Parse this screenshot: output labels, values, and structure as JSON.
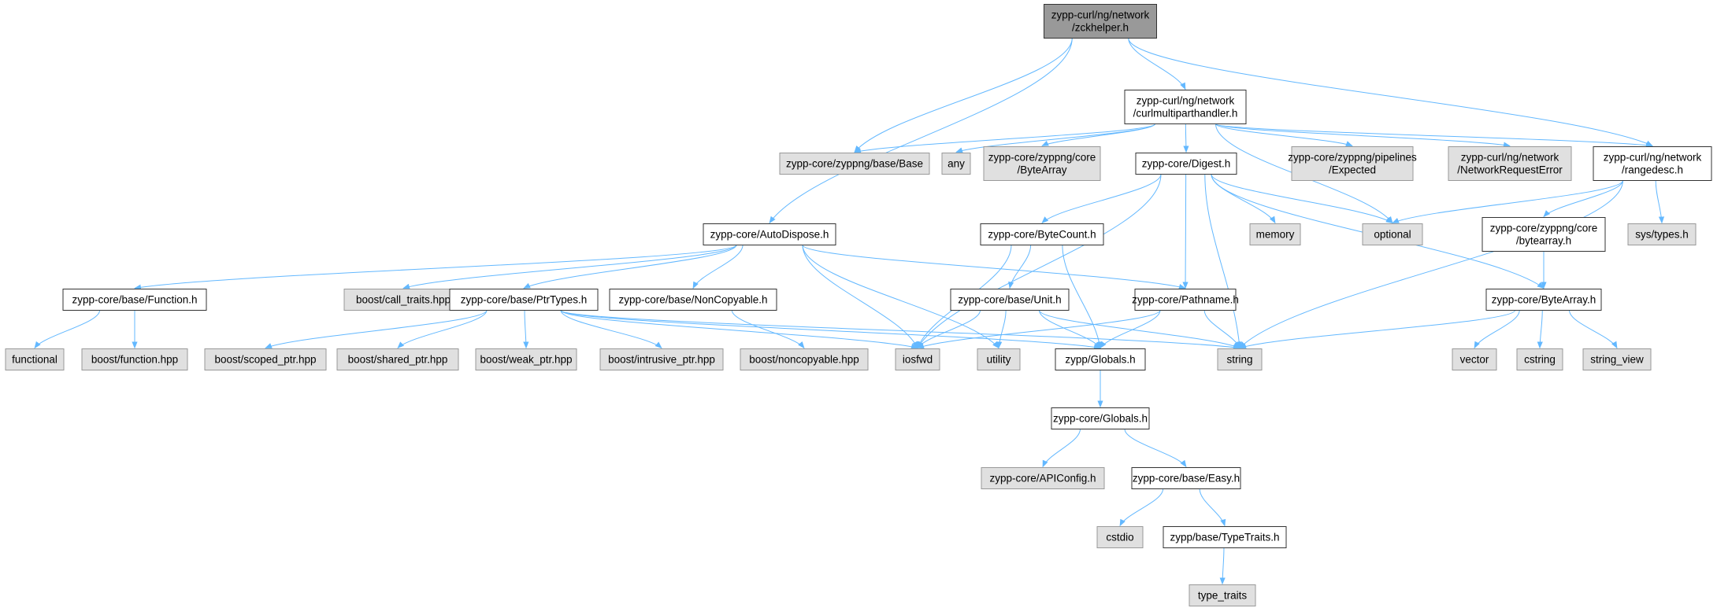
{
  "colors": {
    "edge": "#63b8ff",
    "root_fill": "#999999",
    "internal_fill": "#ffffff",
    "external_fill": "#e0e0e0",
    "internal_border": "#333333",
    "external_border": "#999999"
  },
  "nodes": [
    {
      "id": "root",
      "lines": [
        "zypp-curl/ng/network",
        "/zckhelper.h"
      ],
      "kind": "root"
    },
    {
      "id": "cmh",
      "lines": [
        "zypp-curl/ng/network",
        "/curlmultiparthandler.h"
      ],
      "kind": "internal"
    },
    {
      "id": "base",
      "lines": [
        "zypp-core/zyppng/base/Base"
      ],
      "kind": "external"
    },
    {
      "id": "any",
      "lines": [
        "any"
      ],
      "kind": "external"
    },
    {
      "id": "zcore_ba",
      "lines": [
        "zypp-core/zyppng/core",
        "/ByteArray"
      ],
      "kind": "external"
    },
    {
      "id": "digest",
      "lines": [
        "zypp-core/Digest.h"
      ],
      "kind": "internal"
    },
    {
      "id": "expected",
      "lines": [
        "zypp-core/zyppng/pipelines",
        "/Expected"
      ],
      "kind": "external"
    },
    {
      "id": "nre",
      "lines": [
        "zypp-curl/ng/network",
        "/NetworkRequestError"
      ],
      "kind": "external"
    },
    {
      "id": "rangedesc",
      "lines": [
        "zypp-curl/ng/network",
        "/rangedesc.h"
      ],
      "kind": "internal"
    },
    {
      "id": "autodispose",
      "lines": [
        "zypp-core/AutoDispose.h"
      ],
      "kind": "internal"
    },
    {
      "id": "bytecount",
      "lines": [
        "zypp-core/ByteCount.h"
      ],
      "kind": "internal"
    },
    {
      "id": "memory",
      "lines": [
        "memory"
      ],
      "kind": "external"
    },
    {
      "id": "optional",
      "lines": [
        "optional"
      ],
      "kind": "external"
    },
    {
      "id": "bytearray_h",
      "lines": [
        "zypp-core/zyppng/core",
        "/bytearray.h"
      ],
      "kind": "internal"
    },
    {
      "id": "systypes",
      "lines": [
        "sys/types.h"
      ],
      "kind": "external"
    },
    {
      "id": "function",
      "lines": [
        "zypp-core/base/Function.h"
      ],
      "kind": "internal"
    },
    {
      "id": "calltraits",
      "lines": [
        "boost/call_traits.hpp"
      ],
      "kind": "external"
    },
    {
      "id": "ptrtypes",
      "lines": [
        "zypp-core/base/PtrTypes.h"
      ],
      "kind": "internal"
    },
    {
      "id": "noncopyable",
      "lines": [
        "zypp-core/base/NonCopyable.h"
      ],
      "kind": "internal"
    },
    {
      "id": "unit",
      "lines": [
        "zypp-core/base/Unit.h"
      ],
      "kind": "internal"
    },
    {
      "id": "pathname",
      "lines": [
        "zypp-core/Pathname.h"
      ],
      "kind": "internal"
    },
    {
      "id": "bytearray",
      "lines": [
        "zypp-core/ByteArray.h"
      ],
      "kind": "internal"
    },
    {
      "id": "functional",
      "lines": [
        "functional"
      ],
      "kind": "external"
    },
    {
      "id": "boostfunction",
      "lines": [
        "boost/function.hpp"
      ],
      "kind": "external"
    },
    {
      "id": "scoped",
      "lines": [
        "boost/scoped_ptr.hpp"
      ],
      "kind": "external"
    },
    {
      "id": "shared",
      "lines": [
        "boost/shared_ptr.hpp"
      ],
      "kind": "external"
    },
    {
      "id": "weak",
      "lines": [
        "boost/weak_ptr.hpp"
      ],
      "kind": "external"
    },
    {
      "id": "intrusive",
      "lines": [
        "boost/intrusive_ptr.hpp"
      ],
      "kind": "external"
    },
    {
      "id": "boostnoncopy",
      "lines": [
        "boost/noncopyable.hpp"
      ],
      "kind": "external"
    },
    {
      "id": "iosfwd",
      "lines": [
        "iosfwd"
      ],
      "kind": "external"
    },
    {
      "id": "utility",
      "lines": [
        "utility"
      ],
      "kind": "external"
    },
    {
      "id": "zyppglobals",
      "lines": [
        "zypp/Globals.h"
      ],
      "kind": "internal"
    },
    {
      "id": "string",
      "lines": [
        "string"
      ],
      "kind": "external"
    },
    {
      "id": "vector",
      "lines": [
        "vector"
      ],
      "kind": "external"
    },
    {
      "id": "cstring",
      "lines": [
        "cstring"
      ],
      "kind": "external"
    },
    {
      "id": "stringview",
      "lines": [
        "string_view"
      ],
      "kind": "external"
    },
    {
      "id": "coreglobals",
      "lines": [
        "zypp-core/Globals.h"
      ],
      "kind": "internal"
    },
    {
      "id": "apiconfig",
      "lines": [
        "zypp-core/APIConfig.h"
      ],
      "kind": "external"
    },
    {
      "id": "easy",
      "lines": [
        "zypp-core/base/Easy.h"
      ],
      "kind": "internal"
    },
    {
      "id": "cstdio",
      "lines": [
        "cstdio"
      ],
      "kind": "external"
    },
    {
      "id": "typetraits_h",
      "lines": [
        "zypp/base/TypeTraits.h"
      ],
      "kind": "internal"
    },
    {
      "id": "type_traits",
      "lines": [
        "type_traits"
      ],
      "kind": "external"
    }
  ],
  "edges": [
    [
      "root",
      "cmh"
    ],
    [
      "root",
      "base"
    ],
    [
      "root",
      "rangedesc"
    ],
    [
      "root",
      "autodispose"
    ],
    [
      "cmh",
      "base"
    ],
    [
      "cmh",
      "any"
    ],
    [
      "cmh",
      "zcore_ba"
    ],
    [
      "cmh",
      "digest"
    ],
    [
      "cmh",
      "expected"
    ],
    [
      "cmh",
      "nre"
    ],
    [
      "cmh",
      "rangedesc"
    ],
    [
      "cmh",
      "optional"
    ],
    [
      "rangedesc",
      "optional"
    ],
    [
      "rangedesc",
      "bytearray_h"
    ],
    [
      "rangedesc",
      "systypes"
    ],
    [
      "rangedesc",
      "string"
    ],
    [
      "digest",
      "bytecount"
    ],
    [
      "digest",
      "memory"
    ],
    [
      "digest",
      "optional"
    ],
    [
      "digest",
      "pathname"
    ],
    [
      "digest",
      "bytearray"
    ],
    [
      "digest",
      "string"
    ],
    [
      "digest",
      "iosfwd"
    ],
    [
      "bytearray_h",
      "bytearray"
    ],
    [
      "autodispose",
      "function"
    ],
    [
      "autodispose",
      "calltraits"
    ],
    [
      "autodispose",
      "ptrtypes"
    ],
    [
      "autodispose",
      "noncopyable"
    ],
    [
      "autodispose",
      "pathname"
    ],
    [
      "autodispose",
      "iosfwd"
    ],
    [
      "autodispose",
      "utility"
    ],
    [
      "bytecount",
      "unit"
    ],
    [
      "bytecount",
      "iosfwd"
    ],
    [
      "bytecount",
      "zyppglobals"
    ],
    [
      "function",
      "functional"
    ],
    [
      "function",
      "boostfunction"
    ],
    [
      "ptrtypes",
      "scoped"
    ],
    [
      "ptrtypes",
      "shared"
    ],
    [
      "ptrtypes",
      "weak"
    ],
    [
      "ptrtypes",
      "intrusive"
    ],
    [
      "ptrtypes",
      "iosfwd"
    ],
    [
      "ptrtypes",
      "string"
    ],
    [
      "ptrtypes",
      "zyppglobals"
    ],
    [
      "noncopyable",
      "boostnoncopy"
    ],
    [
      "unit",
      "iosfwd"
    ],
    [
      "unit",
      "utility"
    ],
    [
      "unit",
      "zyppglobals"
    ],
    [
      "unit",
      "string"
    ],
    [
      "pathname",
      "iosfwd"
    ],
    [
      "pathname",
      "string"
    ],
    [
      "pathname",
      "zyppglobals"
    ],
    [
      "bytearray",
      "vector"
    ],
    [
      "bytearray",
      "cstring"
    ],
    [
      "bytearray",
      "stringview"
    ],
    [
      "bytearray",
      "string"
    ],
    [
      "zyppglobals",
      "coreglobals"
    ],
    [
      "coreglobals",
      "apiconfig"
    ],
    [
      "coreglobals",
      "easy"
    ],
    [
      "easy",
      "cstdio"
    ],
    [
      "easy",
      "typetraits_h"
    ],
    [
      "typetraits_h",
      "type_traits"
    ]
  ]
}
